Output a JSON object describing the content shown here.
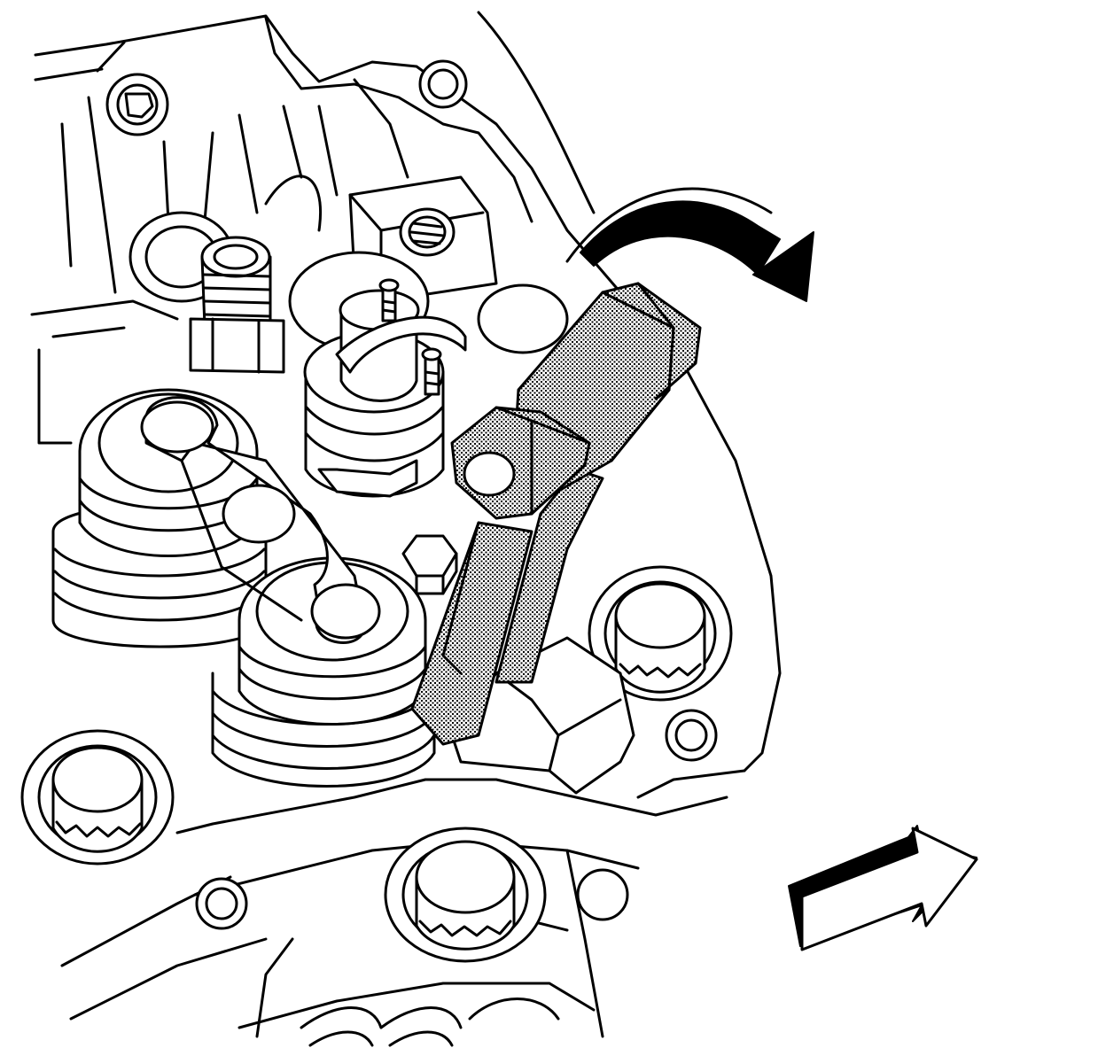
{
  "figure": {
    "subject": "engine-cylinder-head-rocker-arm-tool-illustration",
    "colors": {
      "line": "#000000",
      "background": "#ffffff",
      "tool_shading": "#9a9a9a"
    },
    "indicators": [
      {
        "name": "rotation-direction-arrow",
        "shape": "curved-arrow-clockwise"
      },
      {
        "name": "view-direction-arrow",
        "shape": "3d-block-arrow"
      }
    ]
  }
}
